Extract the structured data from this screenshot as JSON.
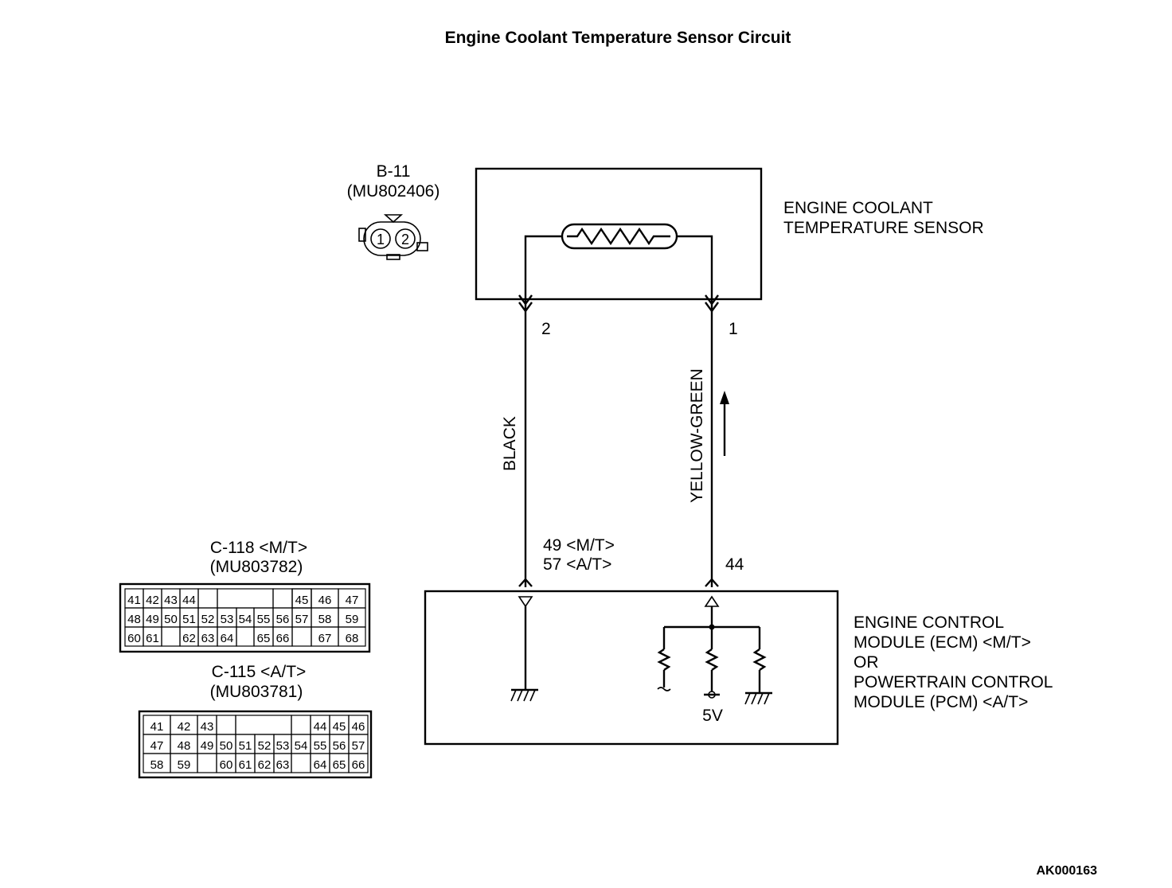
{
  "title": "Engine Coolant Temperature Sensor Circuit",
  "sensor": {
    "connector_id": "B-11",
    "connector_part": "(MU802406)",
    "name_line1": "ENGINE COOLANT",
    "name_line2": "TEMPERATURE SENSOR",
    "pins": [
      "1",
      "2"
    ]
  },
  "wires": {
    "left": {
      "sensor_pin": "2",
      "color": "BLACK",
      "ecm_pin_line1": "49 <M/T>",
      "ecm_pin_line2": "57 <A/T>"
    },
    "right": {
      "sensor_pin": "1",
      "color": "YELLOW-GREEN",
      "ecm_pin": "44"
    }
  },
  "ecm": {
    "line1": "ENGINE CONTROL",
    "line2": "MODULE (ECM) <M/T>",
    "line3": "OR",
    "line4": "POWERTRAIN CONTROL",
    "line5": "MODULE (PCM) <A/T>",
    "supply": "5V"
  },
  "connector_c118": {
    "label": "C-118 <M/T>",
    "part": "(MU803782)",
    "rows": [
      [
        "41",
        "42",
        "43",
        "44",
        "",
        "",
        "",
        "",
        "",
        "45",
        "46",
        "47"
      ],
      [
        "48",
        "49",
        "50",
        "51",
        "52",
        "53",
        "54",
        "55",
        "56",
        "57",
        "58",
        "59"
      ],
      [
        "60",
        "61",
        "",
        "62",
        "63",
        "64",
        "",
        "65",
        "66",
        "",
        "67",
        "68"
      ]
    ]
  },
  "connector_c115": {
    "label": "C-115 <A/T>",
    "part": "(MU803781)",
    "rows": [
      [
        "41",
        "42",
        "43",
        "",
        "",
        "",
        "",
        "",
        "",
        "44",
        "45",
        "46"
      ],
      [
        "47",
        "48",
        "49",
        "50",
        "51",
        "52",
        "53",
        "54",
        "55",
        "56",
        "57"
      ],
      [
        "58",
        "59",
        "",
        "60",
        "61",
        "62",
        "63",
        "",
        "64",
        "65",
        "66"
      ]
    ]
  },
  "figure_code": "AK000163"
}
